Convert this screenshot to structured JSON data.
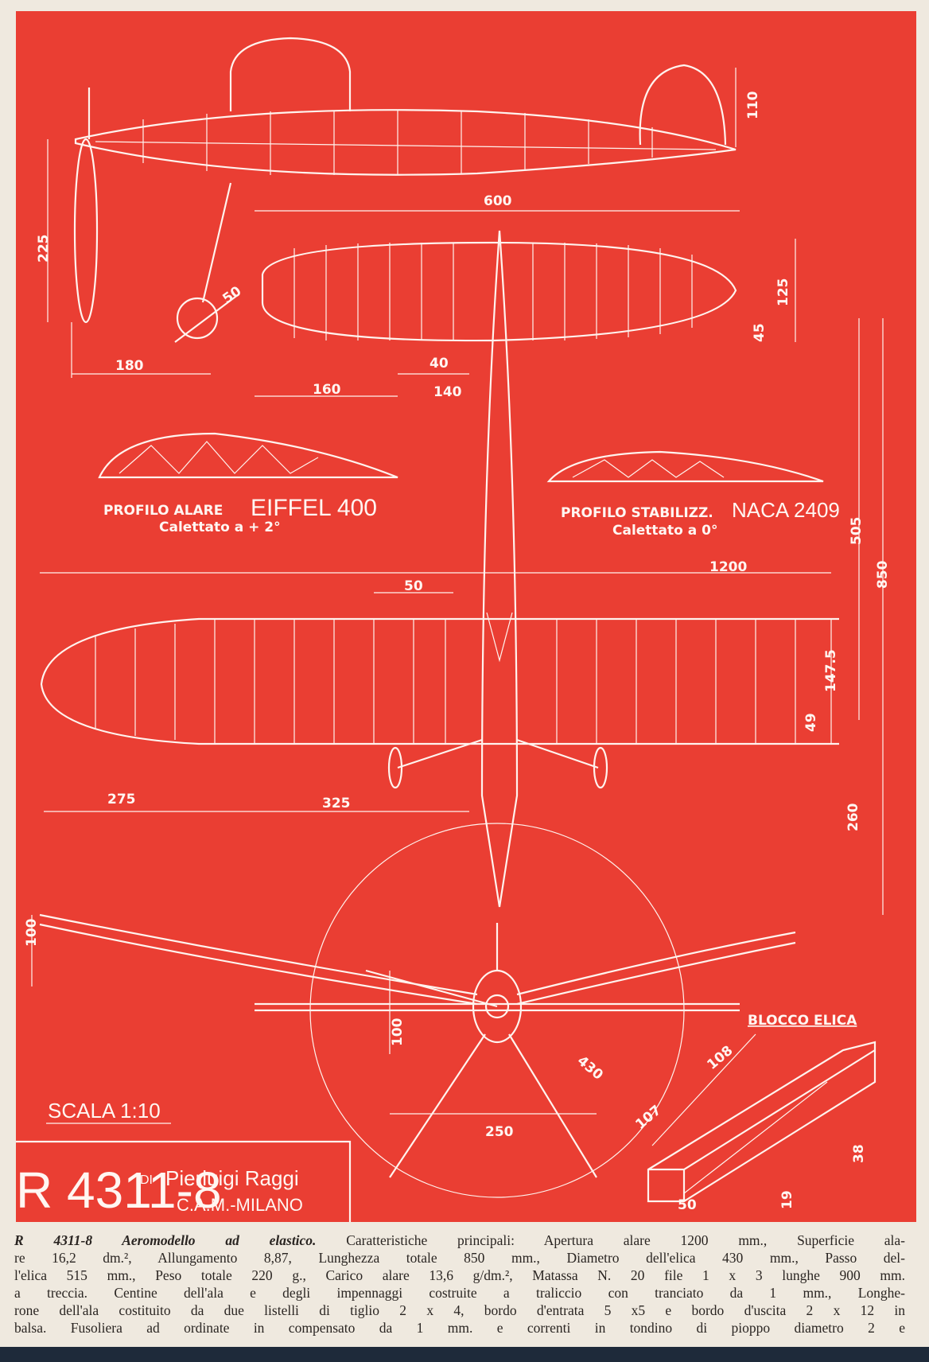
{
  "colors": {
    "blueprint_red": "#ea3e33",
    "line": "#fff3ee",
    "paper": "#efe9df"
  },
  "side_view": {
    "dim_fin_height": "110",
    "dim_prop_height": "225",
    "dim_prop_offset": "180",
    "dim_wheel": "50"
  },
  "stabilizer_view": {
    "dim_span": "600",
    "dim_chord": "125",
    "dim_tip": "45",
    "dim_center": "40",
    "dim_left": "160",
    "dim_right": "140"
  },
  "wing_profile": {
    "label": "PROFILO ALARE",
    "airfoil": "EIFFEL 400",
    "incidence": "Calettato a + 2°"
  },
  "stab_profile": {
    "label": "PROFILO STABILIZZ.",
    "airfoil": "NACA 2409",
    "incidence": "Calettato a  0°"
  },
  "wing_view": {
    "dim_span": "1200",
    "dim_center": "50",
    "dim_nose": "505",
    "dim_total": "850",
    "dim_chord": "147.5",
    "dim_tip": "49",
    "dim_tip_len": "275",
    "dim_mid": "325",
    "dim_tail": "260"
  },
  "front_view": {
    "dim_dihedral": "100",
    "dim_stab": "100",
    "dim_prop_dia": "430",
    "dim_gear": "250"
  },
  "prop_block": {
    "title": "BLOCCO ELICA",
    "dim_a": "108",
    "dim_b": "107",
    "dim_c": "38",
    "dim_d": "19",
    "dim_e": "50"
  },
  "scale": "SCALA 1:10",
  "title_block": {
    "code": "R 4311-8",
    "by": "DI",
    "author": "Pierluigi Raggi",
    "club": "C.A.M.-MILANO"
  },
  "caption": {
    "lead": "R 4311-8 Aeromodello ad elastico.",
    "lines": [
      " Caratteristiche principali: Apertura alare 1200 mm., Superficie ala-",
      "re 16,2 dm.², Allungamento 8,87, Lunghezza totale 850 mm., Diametro dell'elica 430 mm., Passo del-",
      "l'elica 515 mm., Peso totale 220 g., Carico alare 13,6 g/dm.², Matassa N. 20 file 1 x 3 lunghe 900 mm.",
      "a treccia. Centine dell'ala e degli impennaggi costruite a traliccio con tranciato da 1 mm., Longhe-",
      "rone dell'ala costituito da due listelli di tiglio 2 x 4, bordo d'entrata 5 x5 e bordo d'uscita 2 x 12 in",
      "balsa. Fusoliera ad ordinate in compensato da 1 mm. e correnti in tondino di pioppo diametro 2 e"
    ]
  }
}
